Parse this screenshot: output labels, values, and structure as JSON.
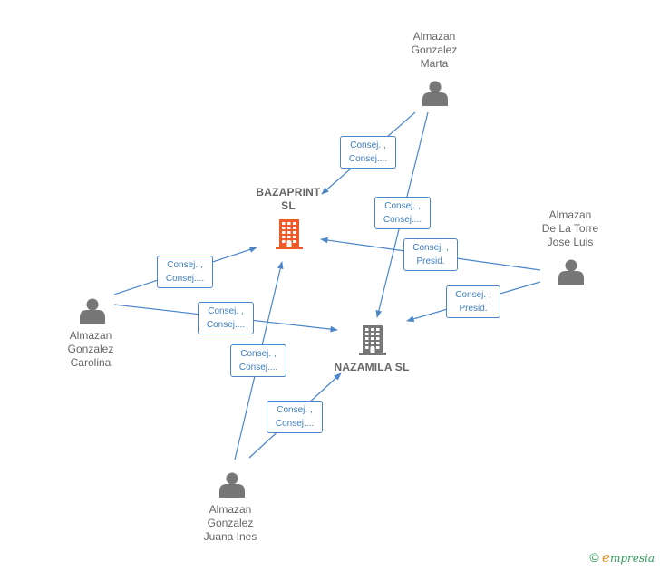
{
  "colors": {
    "edge": "#4a86c8",
    "person": "#777777",
    "company_main": "#f05a28",
    "company_other": "#777777"
  },
  "persons": [
    {
      "id": "marta",
      "lines": [
        "Almazan",
        "Gonzalez",
        "Marta"
      ],
      "icon": "person-icon"
    },
    {
      "id": "jose",
      "lines": [
        "Almazan",
        "De La Torre",
        "Jose Luis"
      ],
      "icon": "person-icon"
    },
    {
      "id": "carolina",
      "lines": [
        "Almazan",
        "Gonzalez",
        "Carolina"
      ],
      "icon": "person-icon"
    },
    {
      "id": "juana",
      "lines": [
        "Almazan",
        "Gonzalez",
        "Juana Ines"
      ],
      "icon": "person-icon"
    }
  ],
  "companies": [
    {
      "id": "bazaprint",
      "lines": [
        "BAZAPRINT",
        "SL"
      ],
      "icon": "building-icon",
      "highlight": true
    },
    {
      "id": "nazamila",
      "lines": [
        "NAZAMILA SL"
      ],
      "icon": "building-icon",
      "highlight": false
    }
  ],
  "edges": [
    {
      "from": "marta",
      "to": "bazaprint",
      "label": [
        "Consej. ,",
        "Consej...."
      ]
    },
    {
      "from": "marta",
      "to": "nazamila",
      "label": [
        "Consej. ,",
        "Consej...."
      ]
    },
    {
      "from": "jose",
      "to": "bazaprint",
      "label": [
        "Consej. ,",
        "Presid."
      ]
    },
    {
      "from": "jose",
      "to": "nazamila",
      "label": [
        "Consej. ,",
        "Presid."
      ]
    },
    {
      "from": "carolina",
      "to": "bazaprint",
      "label": [
        "Consej. ,",
        "Consej...."
      ]
    },
    {
      "from": "carolina",
      "to": "nazamila",
      "label": [
        "Consej. ,",
        "Consej...."
      ]
    },
    {
      "from": "juana",
      "to": "bazaprint",
      "label": [
        "Consej. ,",
        "Consej...."
      ]
    },
    {
      "from": "juana",
      "to": "nazamila",
      "label": [
        "Consej. ,",
        "Consej...."
      ]
    }
  ],
  "brand": {
    "copyright": "©",
    "initial": "e",
    "rest": "mpresia"
  }
}
